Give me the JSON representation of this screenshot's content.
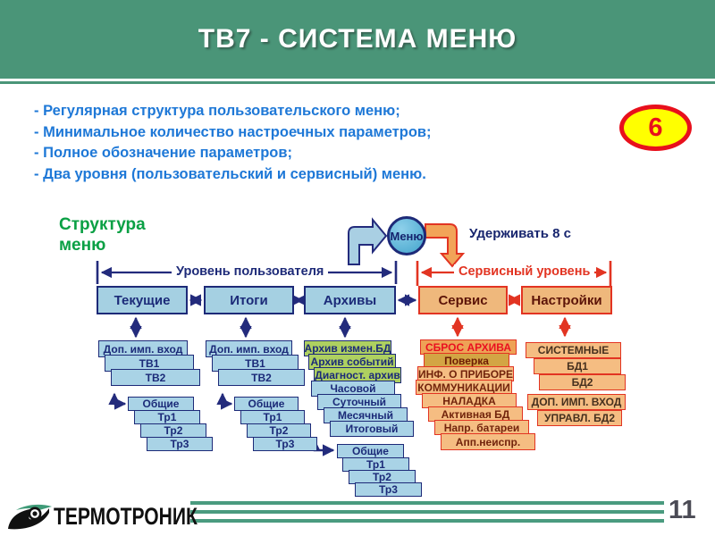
{
  "header": {
    "title": "ТВ7 - СИСТЕМА МЕНЮ"
  },
  "badge": {
    "number": "6"
  },
  "bullets": [
    "- Регулярная структура пользовательского меню;",
    "- Минимальное количество настроечных параметров;",
    "- Полное обозначение параметров;",
    "- Два уровня (пользовательский и сервисный) меню."
  ],
  "diagram": {
    "structure_label_line1": "Структура",
    "structure_label_line2": "меню",
    "menu_button_label": "Меню",
    "hold_hint": "Удерживать 8 с",
    "user_level_label": "Уровень пользователя",
    "service_level_label": "Сервисный уровень",
    "user_menus": [
      "Текущие",
      "Итоги",
      "Архивы"
    ],
    "service_menus": [
      "Сервис",
      "Настройки"
    ],
    "columns": {
      "current": {
        "inputs": [
          "Доп. имп. вход",
          "ТВ1",
          "ТВ2"
        ],
        "totals": [
          "Общие",
          "Тр1",
          "Тр2",
          "Тр3"
        ]
      },
      "results": {
        "inputs": [
          "Доп. имп. вход",
          "ТВ1",
          "ТВ2"
        ],
        "totals": [
          "Общие",
          "Тр1",
          "Тр2",
          "Тр3"
        ]
      },
      "archives": {
        "special": [
          "Архив измен.БД",
          "Архив событий",
          "Диагност. архив"
        ],
        "periods": [
          "Часовой",
          "Суточный",
          "Месячный",
          "Итоговый"
        ],
        "totals": [
          "Общие",
          "Тр1",
          "Тр2",
          "Тр3"
        ]
      },
      "service": [
        "СБРОС АРХИВА",
        "Поверка",
        "ИНФ. О ПРИБОРЕ",
        "КОММУНИКАЦИИ",
        "НАЛАДКА",
        "Активная БД",
        "Напр. батареи",
        "Апп.неиспр."
      ],
      "settings": [
        "СИСТЕМНЫЕ",
        "БД1",
        "БД2",
        "ДОП. ИМП. ВХОД",
        "УПРАВЛ. БД2"
      ]
    }
  },
  "footer": {
    "company": "ТЕРМОТРОНИК",
    "page_number": "11"
  },
  "colors": {
    "header_green": "#4a9578",
    "bullet_blue": "#1e78d7",
    "badge_fill": "#ffff00",
    "badge_border": "#e8101c",
    "navy": "#232b7c",
    "red": "#e23422",
    "blue_fill": "#a5d0e2",
    "orange_fill": "#f5bd82",
    "green_fill": "#aed060",
    "stripe_green": "#4a9b7f"
  }
}
